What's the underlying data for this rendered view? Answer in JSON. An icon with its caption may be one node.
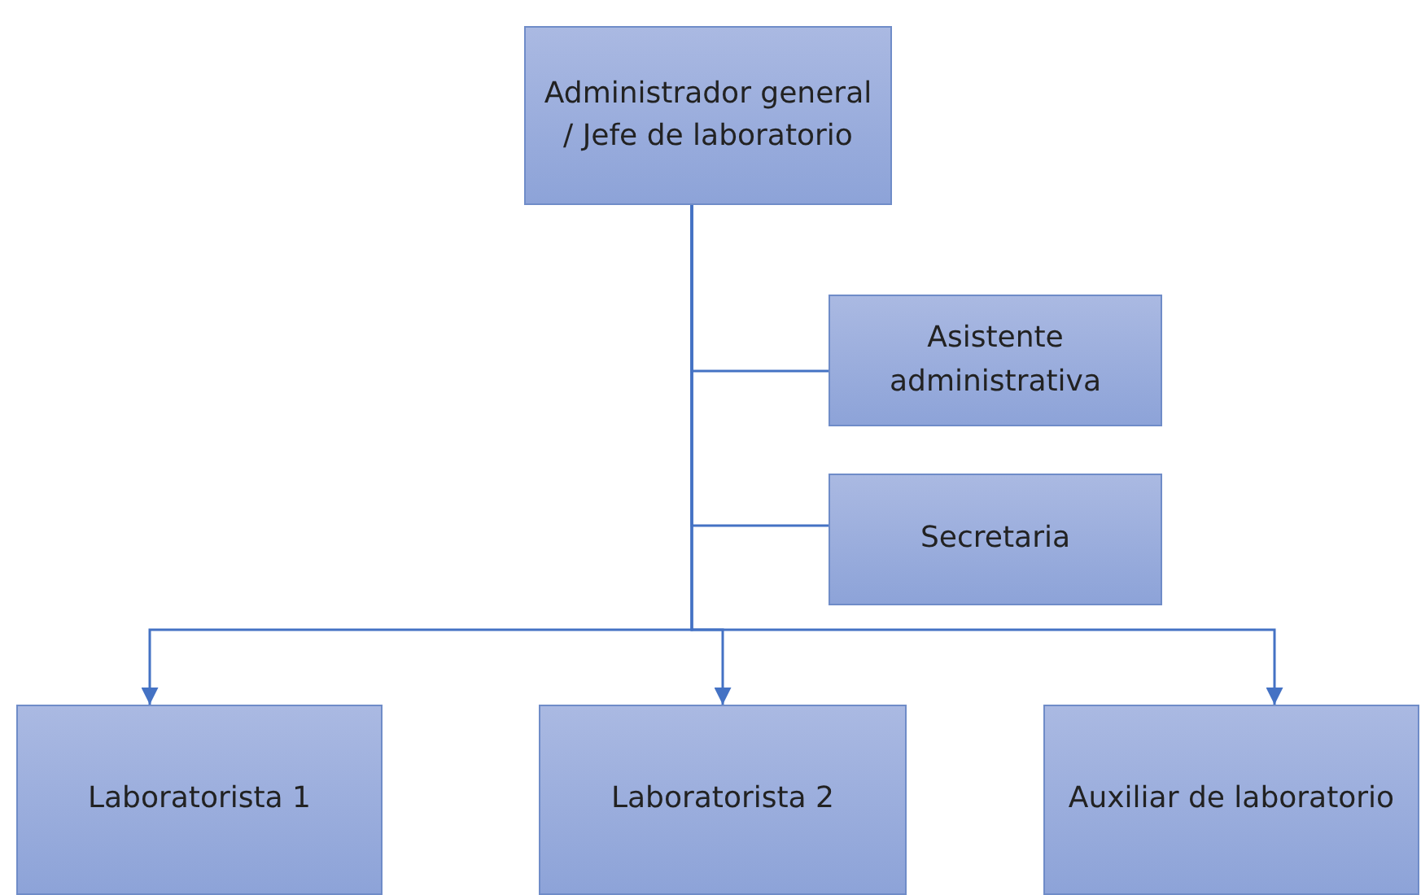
{
  "diagram": {
    "nodes": [
      {
        "text": [
          "Administrador general / Jefe de laboratorio"
        ]
      },
      {
        "text": [
          "Asistente administrativa"
        ]
      },
      {
        "text": [
          "Secretaria"
        ]
      },
      {
        "text": [
          "Laboratorista 1"
        ]
      },
      {
        "text": [
          "Laboratorista 2"
        ]
      },
      {
        "text": [
          "Auxiliar de laboratorio"
        ]
      }
    ],
    "edges": [
      {
        "from": 0,
        "to": 1,
        "arrow": "none"
      },
      {
        "from": 0,
        "to": 2,
        "arrow": "none"
      },
      {
        "from": 0,
        "to": 3,
        "arrow": "to"
      },
      {
        "from": 0,
        "to": 4,
        "arrow": "to"
      },
      {
        "from": 0,
        "to": 5,
        "arrow": "to"
      }
    ]
  }
}
